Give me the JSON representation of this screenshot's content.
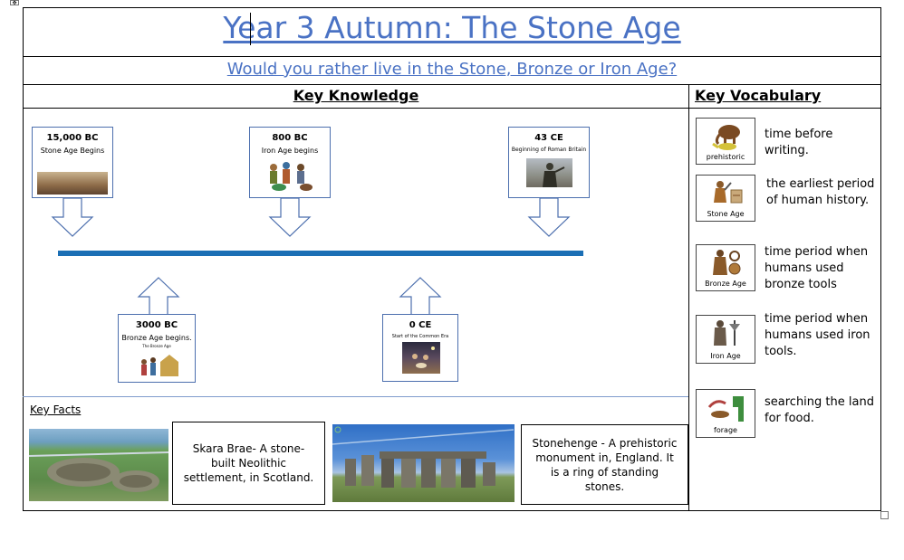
{
  "title": "Year 3 Autumn: The Stone Age",
  "question": "Would you rather live in the Stone, Bronze or Iron Age?",
  "sections": {
    "knowledge": "Key Knowledge",
    "vocabulary": "Key Vocabulary",
    "facts": "Key Facts"
  },
  "timeline": {
    "above": [
      {
        "date": "15,000 BC",
        "label": "Stone Age Begins"
      },
      {
        "date": "800 BC",
        "label": "Iron Age begins"
      },
      {
        "date": "43 CE",
        "label": "Beginning of Roman Britain"
      }
    ],
    "below": [
      {
        "date": "3000 BC",
        "label": "Bronze Age begins.",
        "sublabel": "The Bronze Age"
      },
      {
        "date": "0 CE",
        "label": "Start of the Common Era"
      }
    ]
  },
  "vocabulary": [
    {
      "term": "prehistoric",
      "definition": "time before writing."
    },
    {
      "term": "Stone Age",
      "definition": "the earliest period of human history."
    },
    {
      "term": "Bronze Age",
      "definition": "time period when humans used bronze tools"
    },
    {
      "term": "Iron Age",
      "definition": "time period when humans used iron tools."
    },
    {
      "term": "forage",
      "definition": "searching the land for food."
    }
  ],
  "facts": [
    {
      "text": "Skara Brae- A stone-built Neolithic settlement, in Scotland."
    },
    {
      "text": "Stonehenge - A prehistoric monument in, England. It is a ring of standing stones."
    }
  ],
  "colors": {
    "heading_blue": "#4a72c4",
    "timeline_blue": "#1b6fb5",
    "box_border": "#4c6fae"
  }
}
